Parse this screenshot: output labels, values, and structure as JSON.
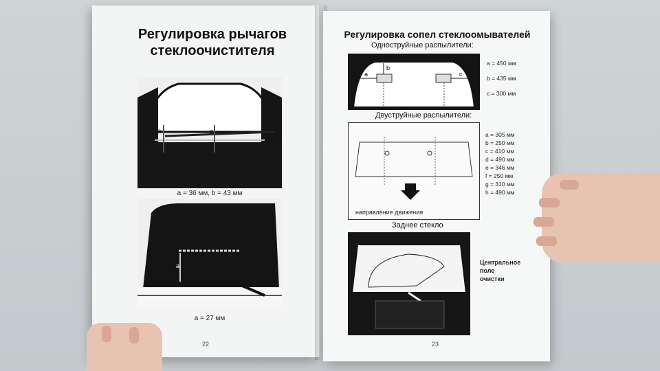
{
  "left_page": {
    "title": "Регулировка рычагов\nстеклоочистителя",
    "caption_top": "a = 36 мм, b = 43 мм",
    "caption_bottom": "a = 27 мм",
    "label_a": "a",
    "label_b": "b",
    "page_number": "22"
  },
  "right_page": {
    "title": "Регулировка сопел стеклоомывателей",
    "single_jet_heading": "Одноструйные распылители:",
    "single_jet_values": [
      "a = 450 мм",
      "b = 435 мм",
      "c = 300 мм"
    ],
    "double_jet_heading": "Двуструйные распылители:",
    "double_jet_values": [
      "a = 305 мм",
      "b = 250 мм",
      "c = 410 мм",
      "d = 490 мм",
      "e = 346 мм",
      "f = 250 мм",
      "g = 310 мм",
      "h = 490 мм"
    ],
    "direction_label": "направление движения",
    "rear_glass_heading": "Заднее стекло",
    "central_field_label": "Центральное\nполе\nочистки",
    "diagram_labels": {
      "a": "a",
      "b": "b",
      "c": "c"
    },
    "page_number": "23"
  }
}
